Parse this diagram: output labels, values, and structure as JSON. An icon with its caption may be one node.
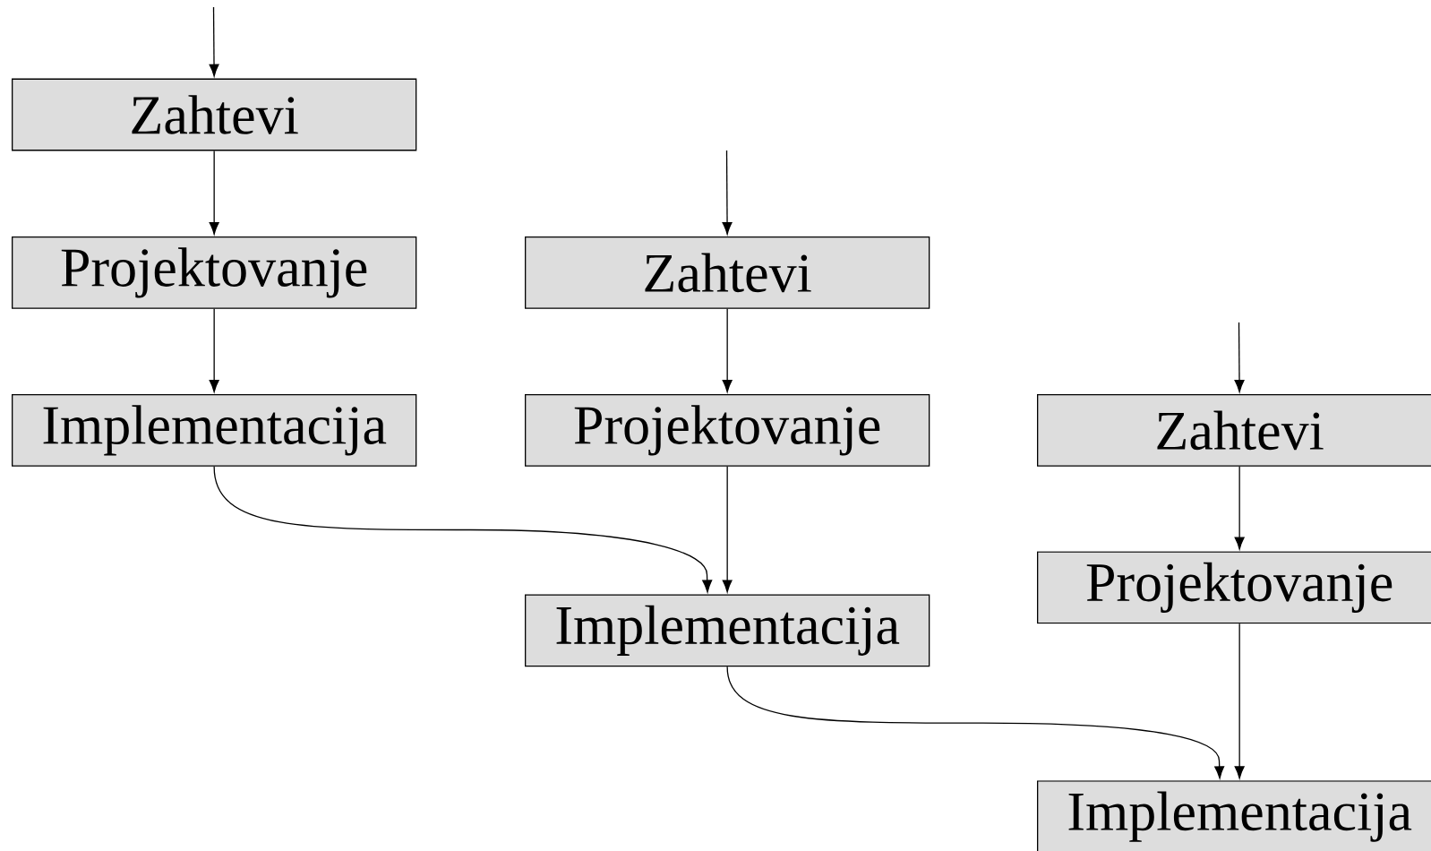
{
  "diagram": {
    "nodes": [
      {
        "text": [
          "Zahtevi"
        ]
      },
      {
        "text": [
          "Projektovanje"
        ]
      },
      {
        "text": [
          "Implementacija"
        ]
      },
      {
        "text": [
          "Zahtevi"
        ]
      },
      {
        "text": [
          "Projektovanje"
        ]
      },
      {
        "text": [
          "Implementacija"
        ]
      },
      {
        "text": [
          "Zahtevi"
        ]
      },
      {
        "text": [
          "Projektovanje"
        ]
      },
      {
        "text": [
          "Implementacija"
        ]
      }
    ],
    "edges": [
      {
        "from": null,
        "to": 0,
        "arrow": "to"
      },
      {
        "from": 0,
        "to": 1,
        "arrow": "to"
      },
      {
        "from": 1,
        "to": 2,
        "arrow": "to"
      },
      {
        "from": null,
        "to": 3,
        "arrow": "to"
      },
      {
        "from": 3,
        "to": 4,
        "arrow": "to"
      },
      {
        "from": 4,
        "to": 5,
        "arrow": "to"
      },
      {
        "from": 2,
        "to": 5,
        "arrow": "to"
      },
      {
        "from": null,
        "to": 6,
        "arrow": "to"
      },
      {
        "from": 6,
        "to": 7,
        "arrow": "to"
      },
      {
        "from": 7,
        "to": 8,
        "arrow": "to"
      },
      {
        "from": 5,
        "to": 8,
        "arrow": "to"
      }
    ]
  }
}
